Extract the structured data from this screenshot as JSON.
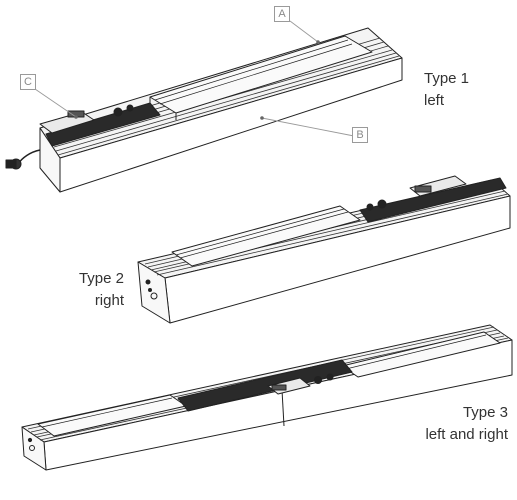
{
  "callouts": {
    "a": "A",
    "b": "B",
    "c": "C"
  },
  "types": [
    {
      "name": "Type 1",
      "side": "left"
    },
    {
      "name": "Type 2",
      "side": "right"
    },
    {
      "name": "Type 3",
      "side": "left and right"
    }
  ]
}
